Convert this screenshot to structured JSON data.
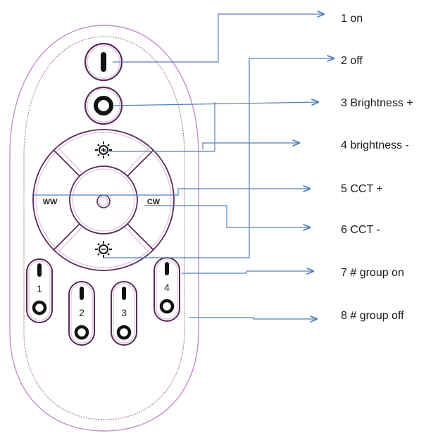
{
  "labels": {
    "l1": "1  on",
    "l2": "2  off",
    "l3": "3  Brightness +",
    "l4": "4  brightness -",
    "l5": "5  CCT +",
    "l6": "6  CCT -",
    "l7": "7  # group on",
    "l8": "8  # group off"
  },
  "wheel": {
    "ww": "WW",
    "cw": "CW"
  },
  "groups": {
    "g1": "1",
    "g2": "2",
    "g3": "3",
    "g4": "4"
  },
  "colors": {
    "arrow": "#4f81bd",
    "outer_outline": "#c78bd0",
    "inner_outline": "#b08a78",
    "button_outline": "#5a2a5a",
    "glyph": "#111111"
  }
}
